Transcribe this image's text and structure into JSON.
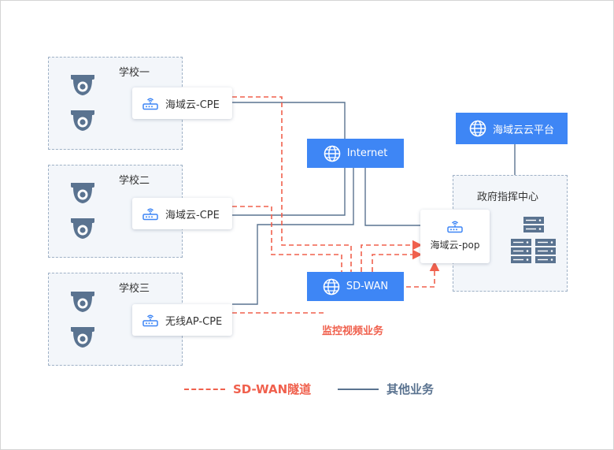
{
  "schools": [
    {
      "title": "学校一",
      "device": "海域云-CPE"
    },
    {
      "title": "学校二",
      "device": "海域云-CPE"
    },
    {
      "title": "学校三",
      "device": "无线AP-CPE"
    }
  ],
  "internet": {
    "label": "Internet"
  },
  "sdwan": {
    "label": "SD-WAN"
  },
  "cloud_platform": {
    "label": "海域云云平台"
  },
  "command_center": {
    "title": "政府指挥中心",
    "pop_label": "海域云-pop"
  },
  "annotation": "监控视频业务",
  "legend": {
    "tunnel": "SD-WAN隧道",
    "other": "其他业务"
  },
  "icons": {
    "camera": "camera-icon",
    "router": "router-icon",
    "globe": "globe-icon",
    "server": "server-icon"
  },
  "colors": {
    "blue": "#3e86f5",
    "tunnel_red": "#f0604d",
    "other_line": "#5a7390",
    "camera": "#5a7390"
  }
}
